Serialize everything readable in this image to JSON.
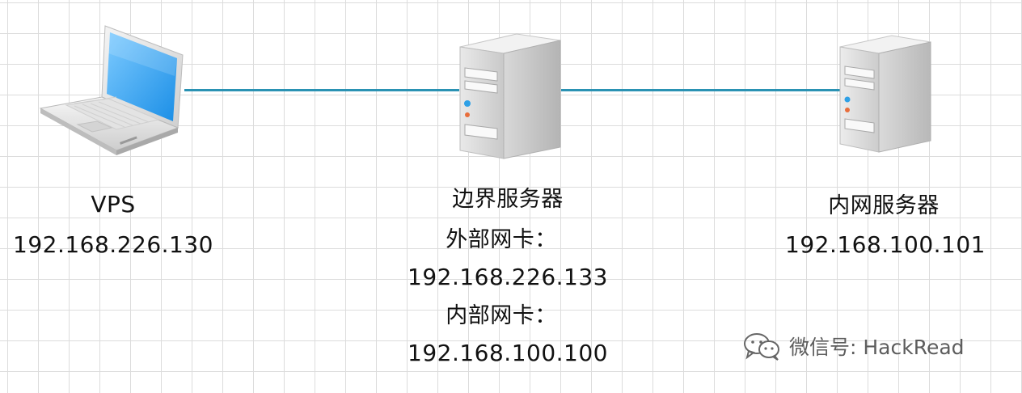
{
  "nodes": {
    "vps": {
      "name": "VPS",
      "ip": "192.168.226.130"
    },
    "border_server": {
      "name": "边界服务器",
      "external_nic_label": "外部网卡：",
      "external_ip": "192.168.226.133",
      "internal_nic_label": "内部网卡：",
      "internal_ip": "192.168.100.100"
    },
    "intranet_server": {
      "name": "内网服务器",
      "ip": "192.168.100.101"
    }
  },
  "connections": [
    {
      "from": "vps",
      "to": "border_server",
      "color": "#2a92b3"
    },
    {
      "from": "border_server",
      "to": "intranet_server",
      "color": "#2a92b3"
    }
  ],
  "icons": {
    "vps": "laptop-icon",
    "border_server": "server-tower-icon",
    "intranet_server": "server-tower-icon",
    "watermark": "wechat-icon"
  },
  "watermark": {
    "text": "微信号: HackRead"
  }
}
